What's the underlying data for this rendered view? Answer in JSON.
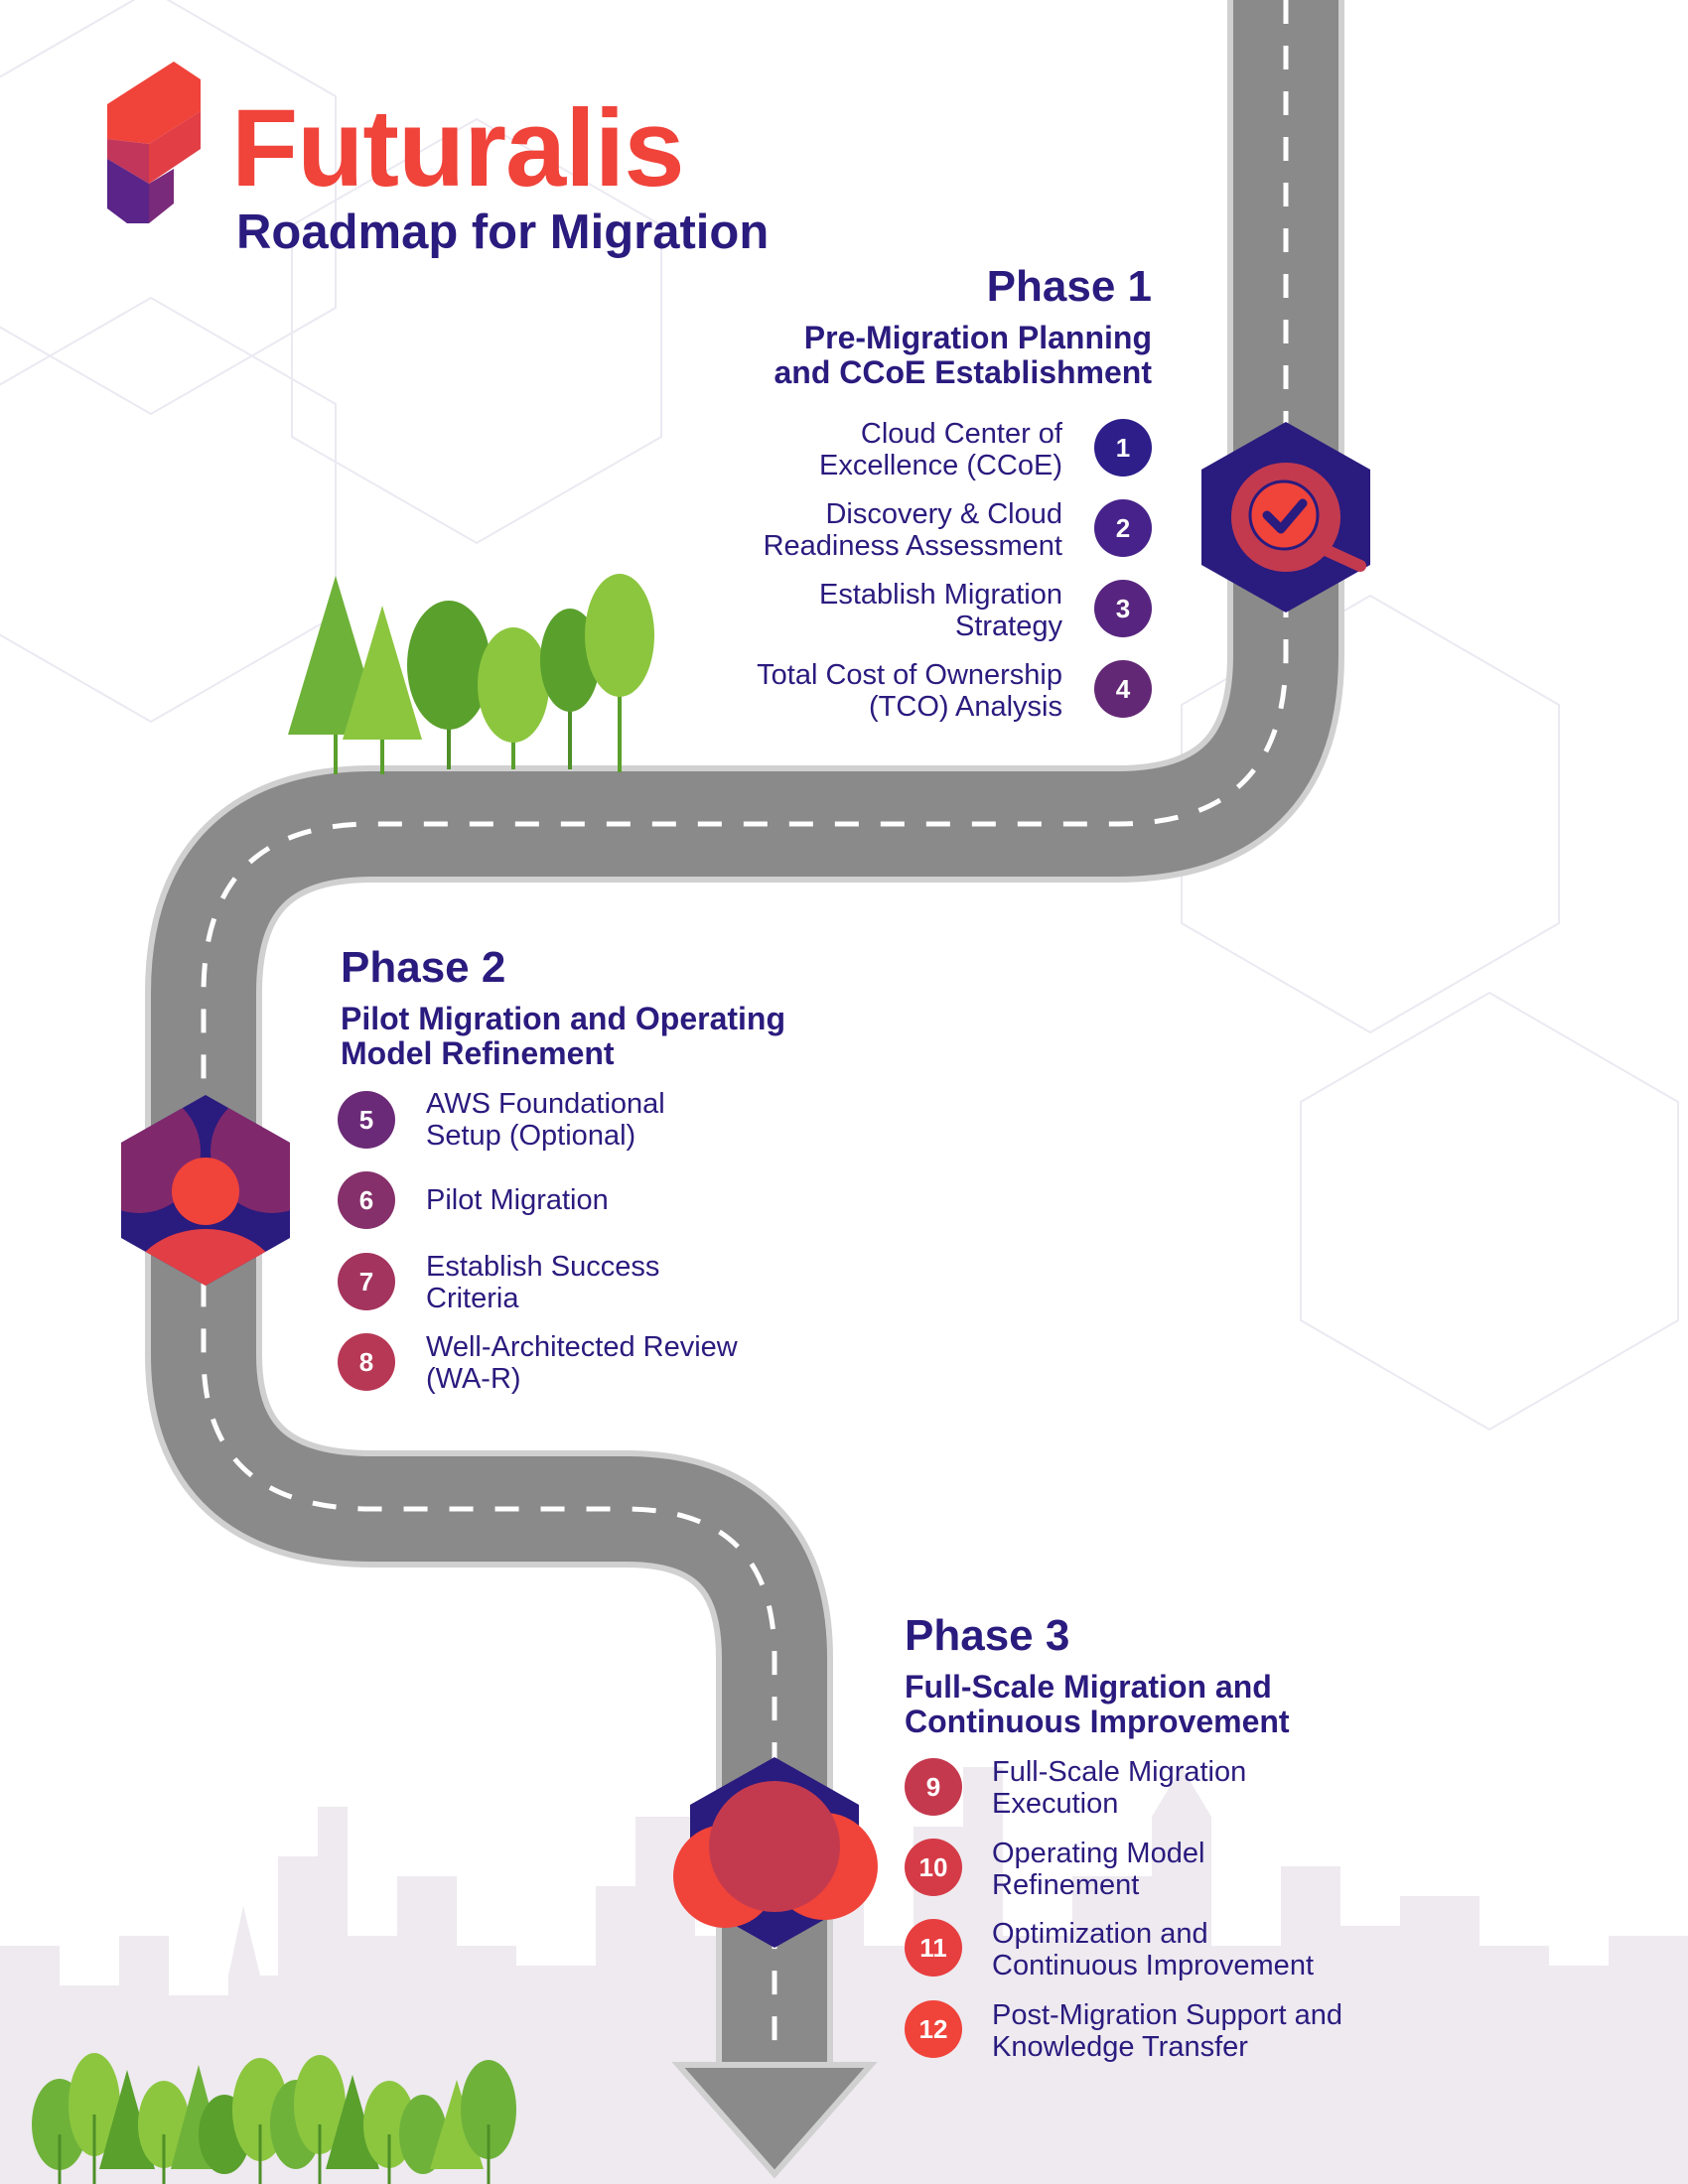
{
  "brand": {
    "name": "Futuralis",
    "subtitle": "Roadmap for Migration"
  },
  "colors": {
    "navy": "#2a1b7e",
    "red": "#f0433a",
    "road": "#8a8a8a",
    "tree_light": "#8cc63f",
    "tree_dark": "#5aa02c",
    "city": "#eeeaf0"
  },
  "phases": [
    {
      "title": "Phase 1",
      "subtitle_lines": [
        "Pre-Migration Planning",
        "and CCoE Establishment"
      ],
      "icon": "magnifier-check-icon",
      "steps": [
        {
          "num": "1",
          "lines": [
            "Cloud Center of",
            "Excellence (CCoE)"
          ],
          "color": "#2d1e8a"
        },
        {
          "num": "2",
          "lines": [
            "Discovery & Cloud",
            "Readiness Assessment"
          ],
          "color": "#46228a"
        },
        {
          "num": "3",
          "lines": [
            "Establish Migration",
            "Strategy"
          ],
          "color": "#57257f"
        },
        {
          "num": "4",
          "lines": [
            "Total Cost of Ownership",
            "(TCO) Analysis"
          ],
          "color": "#632875"
        }
      ]
    },
    {
      "title": "Phase 2",
      "subtitle_lines": [
        "Pilot Migration and Operating",
        "Model Refinement"
      ],
      "icon": "person-icon",
      "steps": [
        {
          "num": "5",
          "lines": [
            "AWS Foundational",
            "Setup (Optional)"
          ],
          "color": "#6b2a77"
        },
        {
          "num": "6",
          "lines": [
            "Pilot Migration"
          ],
          "color": "#85306a"
        },
        {
          "num": "7",
          "lines": [
            "Establish Success",
            "Criteria"
          ],
          "color": "#a3345d"
        },
        {
          "num": "8",
          "lines": [
            "Well-Architected Review",
            "(WA-R)"
          ],
          "color": "#b73855"
        }
      ]
    },
    {
      "title": "Phase 3",
      "subtitle_lines": [
        "Full-Scale Migration and",
        "Continuous Improvement"
      ],
      "icon": "cloud-icon",
      "steps": [
        {
          "num": "9",
          "lines": [
            "Full-Scale Migration",
            "Execution"
          ],
          "color": "#c5394e"
        },
        {
          "num": "10",
          "lines": [
            "Operating Model",
            "Refinement"
          ],
          "color": "#d53b47"
        },
        {
          "num": "11",
          "lines": [
            "Optimization and",
            "Continuous Improvement"
          ],
          "color": "#e73e40"
        },
        {
          "num": "12",
          "lines": [
            "Post-Migration Support and",
            "Knowledge Transfer"
          ],
          "color": "#f0433a"
        }
      ]
    }
  ]
}
